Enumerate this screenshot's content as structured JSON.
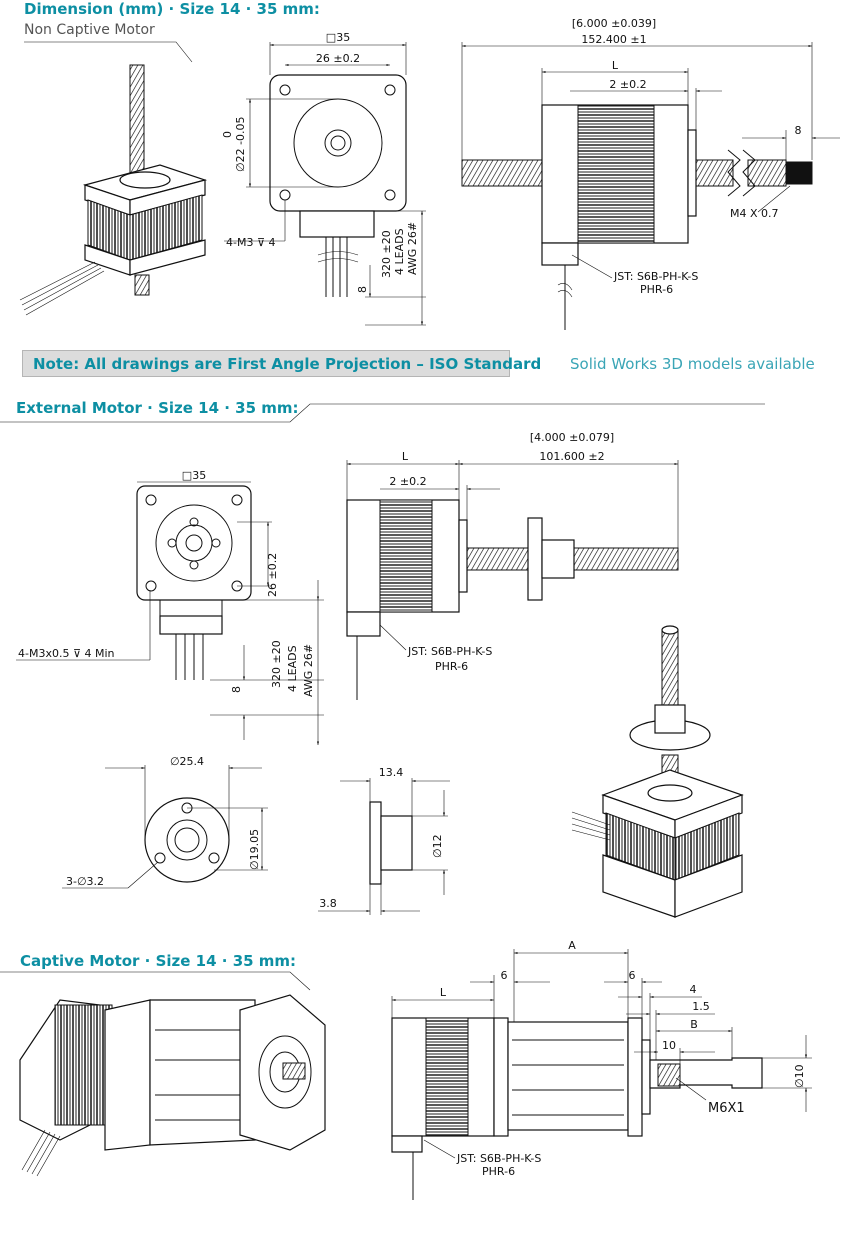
{
  "sections": {
    "dimension_title": "Dimension (mm) · Size 14 · 35 mm:",
    "non_captive_subtitle": "Non Captive Motor",
    "external_title": "External Motor · Size 14 · 35 mm:",
    "captive_title": "Captive Motor · Size 14 · 35 mm:"
  },
  "note": "Note: All drawings are First Angle Projection – ISO Standard",
  "solidworks": "Solid Works 3D models available",
  "non_captive": {
    "front": {
      "square": "□35",
      "bolt_spacing": "26 ±0.2",
      "pilot_dia": "∅22 -0.05",
      "pilot_tol_top": "0",
      "mount_holes": "4-M3 ⊽ 4",
      "lead_length": "320 ±20",
      "leads": "4 LEADS",
      "awg": "AWG 26#",
      "strip": "8"
    },
    "side": {
      "screw_len_in": "[6.000 ±0.039]",
      "screw_len_mm": "152.400 ±1",
      "body_len": "L",
      "boss": "2 ±0.2",
      "thread_len": "8",
      "thread": "M4 X 0.7",
      "connector": "JST: S6B-PH-K-S",
      "housing": "PHR-6"
    }
  },
  "external": {
    "front": {
      "square": "□35",
      "bolt_spacing": "26 ±0.2",
      "mount_holes": "4-M3x0.5 ⊽ 4 Min",
      "lead_length": "320 ±20",
      "leads": "4 LEADS",
      "awg": "AWG 26#",
      "strip": "8"
    },
    "side": {
      "screw_len_in": "[4.000 ±0.079]",
      "screw_len_mm": "101.600 ±2",
      "body_len": "L",
      "boss": "2 ±0.2",
      "connector": "JST: S6B-PH-K-S",
      "housing": "PHR-6"
    },
    "nut_front": {
      "flange_dia": "∅25.4",
      "bolt_circle": "∅19.05",
      "holes": "3-∅3.2"
    },
    "nut_side": {
      "length": "13.4",
      "body_dia": "∅12",
      "flange_thk": "3.8"
    }
  },
  "captive": {
    "body_len": "L",
    "A": "A",
    "six_left": "6",
    "six_right": "6",
    "four": "4",
    "one_five": "1.5",
    "B": "B",
    "ten": "10",
    "dia_ten": "∅10",
    "thread": "M6X1",
    "connector": "JST: S6B-PH-K-S",
    "housing": "PHR-6"
  }
}
